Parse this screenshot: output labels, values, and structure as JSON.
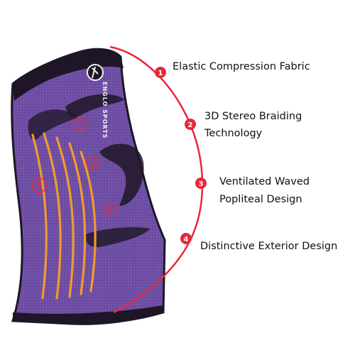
{
  "colors": {
    "arc": "#e8283a",
    "sleeve_body": "#6b4ba0",
    "sleeve_dark": "#1e1626",
    "stripe": "#f29a2e",
    "marker_outline": "#e8283a",
    "text": "#111111"
  },
  "brand": {
    "text": "ENGLO SPORTS"
  },
  "markers": {
    "n1": "1",
    "n2": "2",
    "n3": "3",
    "n4": "4"
  },
  "features": {
    "f1": "Elastic Compression Fabric",
    "f2_line1": "3D Stereo Braiding",
    "f2_line2": "Technology",
    "f3_line1": "Ventilated Waved",
    "f3_line2": "Popliteal Design",
    "f4": "Distinctive Exterior Design"
  },
  "product_image": {
    "icon": "knee-sleeve-image"
  }
}
